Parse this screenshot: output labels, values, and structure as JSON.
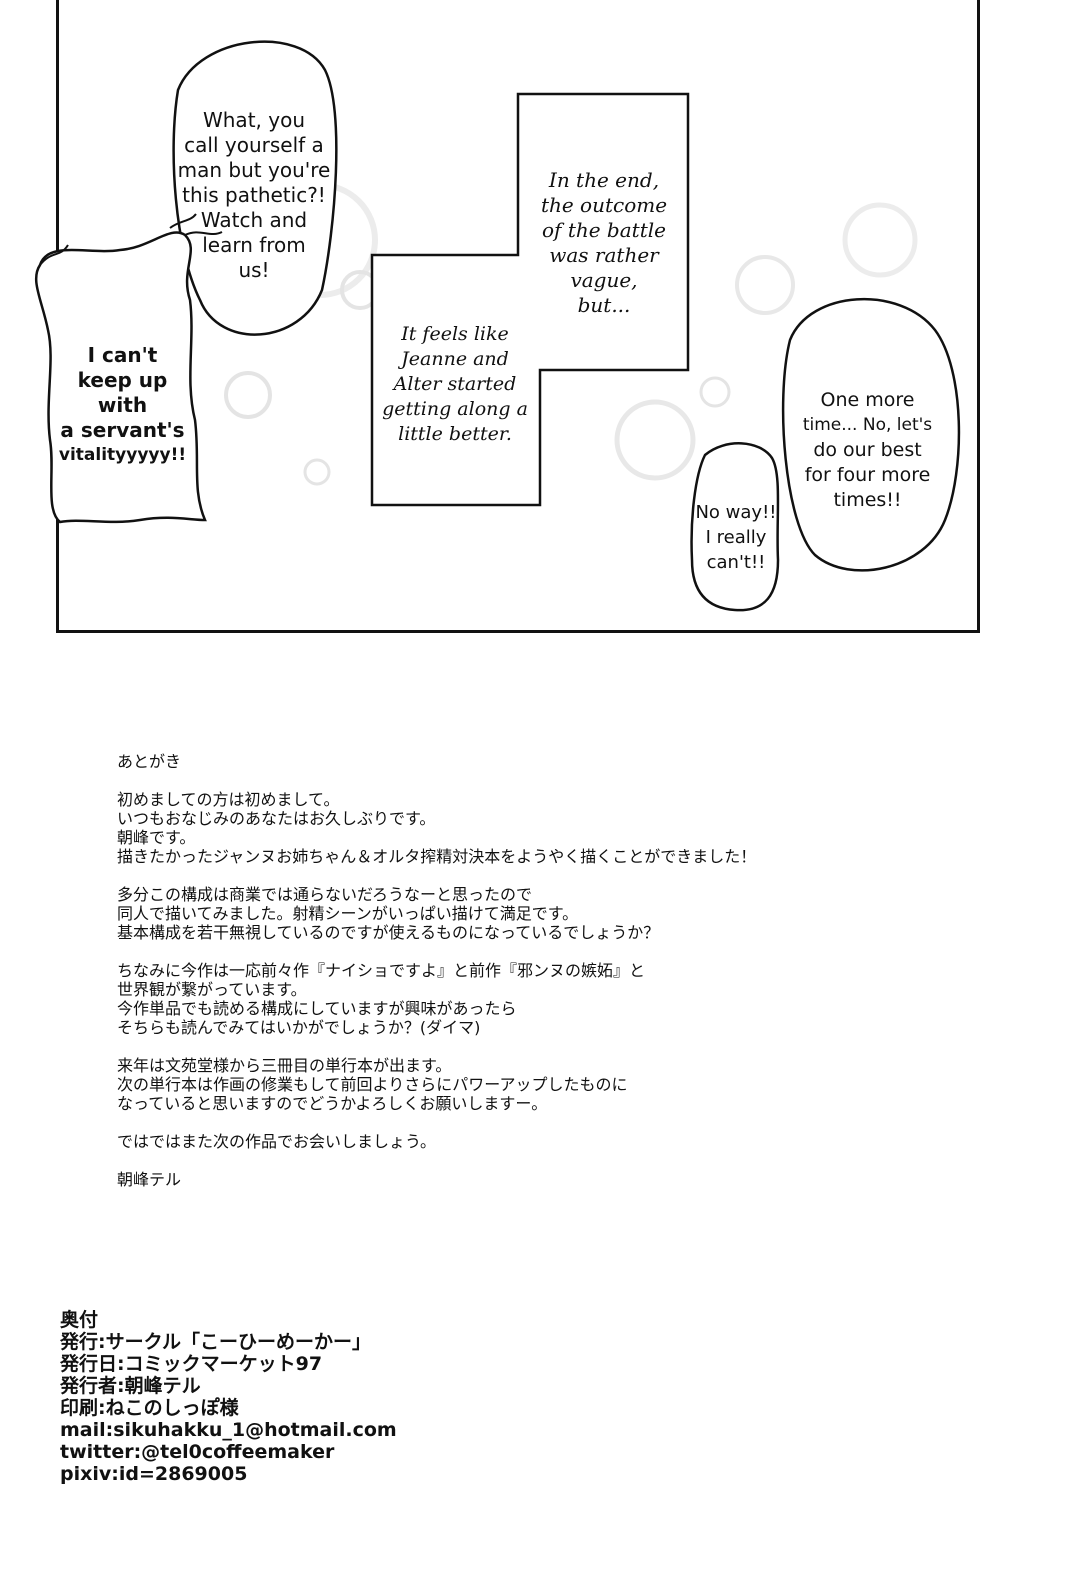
{
  "panel": {
    "bubbles": {
      "what_you_call": [
        "What, you",
        "call yourself a",
        "man but you're",
        "this pathetic?!",
        "Watch and",
        "learn from",
        "us!"
      ],
      "cant_keep_up": [
        "I can't",
        "keep up with",
        "a servant's",
        "vitalityyyyy!!"
      ],
      "in_the_end": [
        "In the end,",
        "the outcome",
        "of the battle",
        "was rather",
        "vague,",
        "but..."
      ],
      "feels_like": [
        "It feels like",
        "Jeanne and",
        "Alter started",
        "getting along a",
        "little better."
      ],
      "one_more_time": [
        "One more",
        "time... No, let's",
        "do our best",
        "for four more",
        "times!!"
      ],
      "no_way": [
        "No way!!",
        "I really",
        "can't!!"
      ]
    }
  },
  "afterword": {
    "title": "あとがき",
    "paragraphs": [
      [
        "初めましての方は初めまして。",
        "いつもおなじみのあなたはお久しぶりです。",
        "朝峰です。",
        "描きたかったジャンヌお姉ちゃん＆オルタ搾精対決本をようやく描くことができました！"
      ],
      [
        "多分この構成は商業では通らないだろうなーと思ったので",
        "同人で描いてみました。射精シーンがいっぱい描けて満足です。",
        "基本構成を若干無視しているのですが使えるものになっているでしょうか？"
      ],
      [
        "ちなみに今作は一応前々作『ナイショですよ』と前作『邪ンヌの嫉妬』と",
        "世界観が繋がっています。",
        "今作単品でも読める構成にしていますが興味があったら",
        "そちらも読んでみてはいかがでしょうか？(ダイマ)"
      ],
      [
        "来年は文苑堂様から三冊目の単行本が出ます。",
        "次の単行本は作画の修業もして前回よりさらにパワーアップしたものに",
        "なっていると思いますのでどうかよろしくお願いしますー。"
      ],
      [
        "ではではまた次の作品でお会いしましょう。"
      ],
      [
        "朝峰テル"
      ]
    ]
  },
  "colophon": {
    "lines": [
      "奥付",
      "発行:サークル「こーひーめーかー」",
      "発行日:コミックマーケット97",
      "発行者:朝峰テル",
      "印刷:ねこのしっぽ様",
      "mail:sikuhakku_1@hotmail.com",
      "twitter:@tel0coffeemaker",
      "pixiv:id=2869005"
    ]
  }
}
